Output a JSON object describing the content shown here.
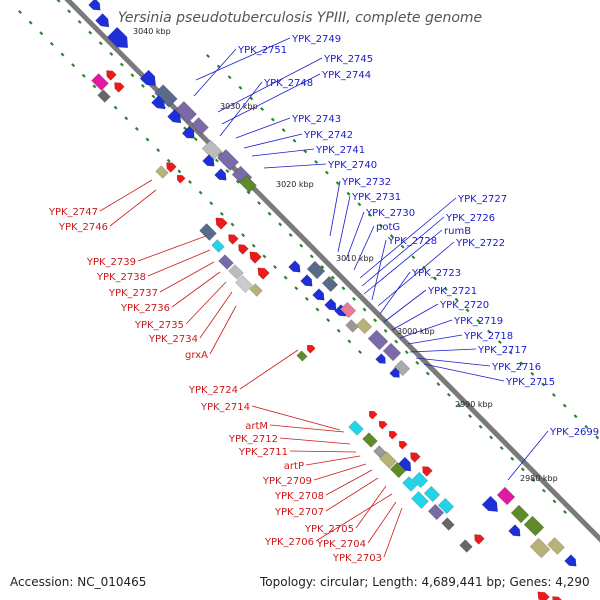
{
  "title": "Yersinia pseudotuberculosis YPIII, complete genome",
  "footer": {
    "accession": "Accession: NC_010465",
    "summary": "Topology: circular; Length: 4,689,441 bp; Genes: 4,290"
  },
  "colors": {
    "backbone": "#7a7a7a",
    "tick": "#2a8a2a",
    "right_label": "#1a1acc",
    "left_label": "#cc1a1a",
    "forward_gene": "#1f2fd8",
    "reverse_gene": "#ee1a1a",
    "accent_green": "#5f8a2a",
    "accent_cyan": "#22d4e8",
    "accent_magenta": "#e01aa0",
    "accent_khaki": "#b8b27a",
    "accent_slate": "#5a6a8a",
    "accent_lavender": "#7a6aa8"
  },
  "kbp_labels": [
    "3040 kbp",
    "3030 kbp",
    "3020 kbp",
    "3010 kbp",
    "3000 kbp",
    "2990 kbp",
    "2980 kbp"
  ],
  "right_labels": [
    "YPK_2749",
    "YPK_2751",
    "YPK_2745",
    "YPK_2744",
    "YPK_2748",
    "YPK_2743",
    "YPK_2742",
    "YPK_2741",
    "YPK_2740",
    "YPK_2732",
    "YPK_2731",
    "YPK_2730",
    "potG",
    "YPK_2727",
    "YPK_2726",
    "rumB",
    "YPK_2728",
    "YPK_2722",
    "YPK_2723",
    "YPK_2721",
    "YPK_2720",
    "YPK_2719",
    "YPK_2718",
    "YPK_2717",
    "YPK_2716",
    "YPK_2715",
    "YPK_2699"
  ],
  "left_labels": [
    "YPK_2747",
    "YPK_2746",
    "YPK_2739",
    "YPK_2738",
    "YPK_2737",
    "YPK_2736",
    "YPK_2735",
    "YPK_2734",
    "grxA",
    "YPK_2724",
    "YPK_2714",
    "artM",
    "YPK_2712",
    "YPK_2711",
    "artP",
    "YPK_2709",
    "YPK_2708",
    "YPK_2707",
    "YPK_2705",
    "YPK_2706",
    "YPK_2704",
    "YPK_2703"
  ]
}
